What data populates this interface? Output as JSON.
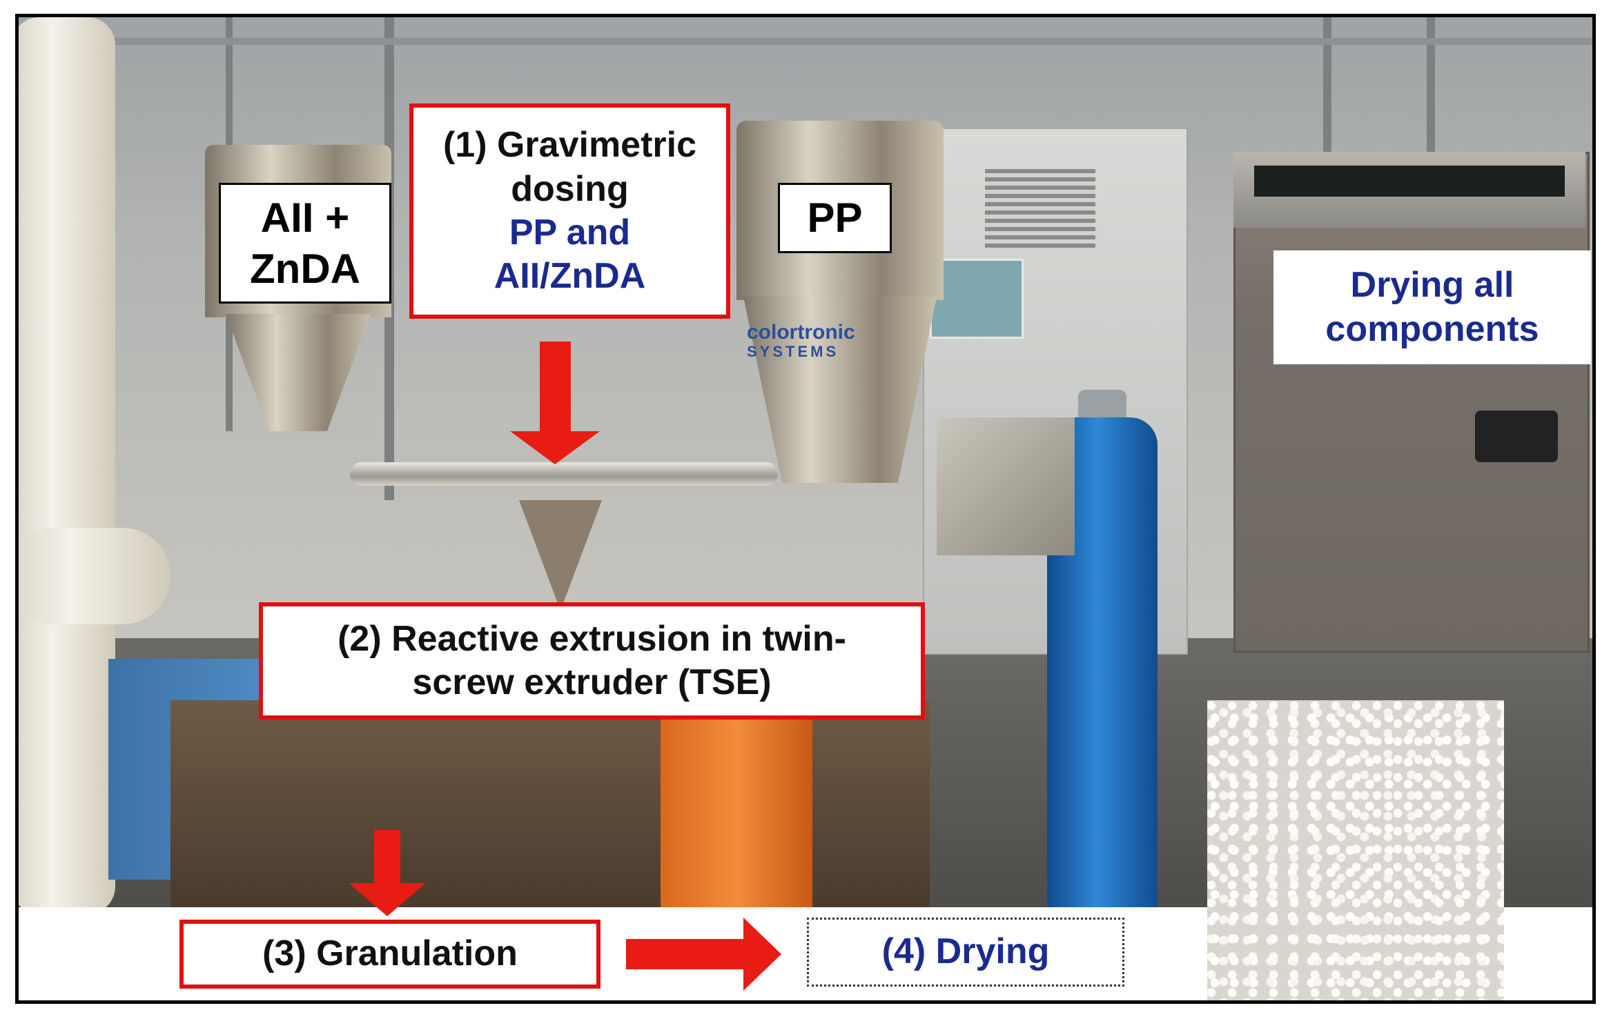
{
  "labels": {
    "additive": {
      "line1": "AII +",
      "line2": "ZnDA"
    },
    "dosing": {
      "line1": "(1) Gravimetric",
      "line2": "dosing",
      "line3": "PP and",
      "line4": "AII/ZnDA"
    },
    "pp": {
      "text": "PP"
    },
    "drying_all": {
      "line1": "Drying all",
      "line2": "components"
    },
    "extrusion": {
      "line1": "(2) Reactive extrusion in twin-",
      "line2": "screw extruder (TSE)"
    },
    "granulation": {
      "text": "(3) Granulation"
    },
    "drying": {
      "text": "(4) Drying"
    }
  },
  "photo_text": {
    "brand_line1": "colortronic",
    "brand_line2": "SYSTEMS"
  },
  "colors": {
    "red_border": "#e01010",
    "arrow_red": "#e81c12",
    "blue_text": "#1a2a8f",
    "frame": "#000000"
  }
}
